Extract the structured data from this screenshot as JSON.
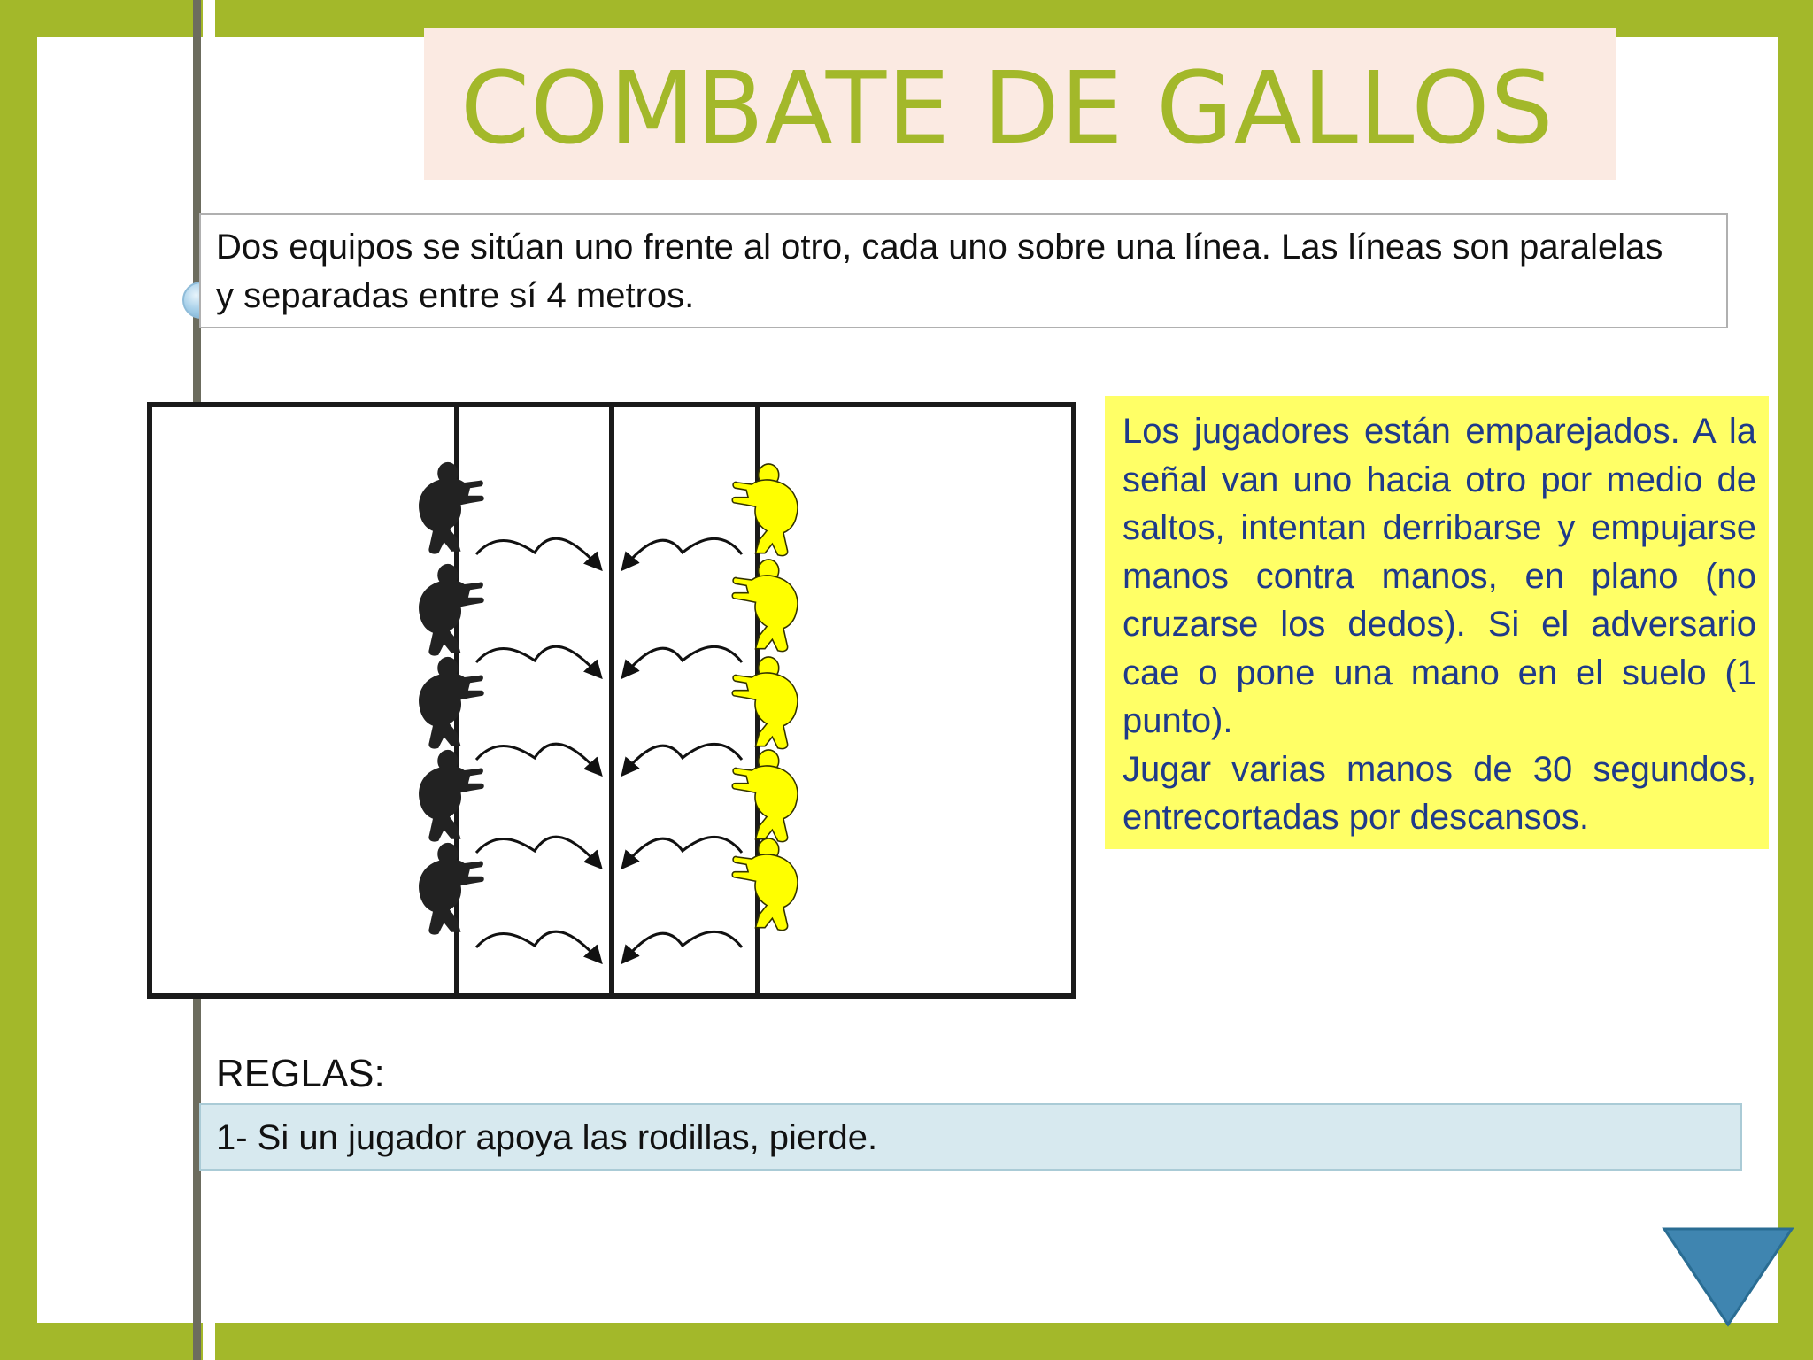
{
  "slide": {
    "title": "COMBATE DE GALLOS",
    "intro": {
      "line1": "Dos equipos se sitúan uno frente al otro, cada uno sobre una línea. Las líneas son paralelas",
      "line2": "y separadas entre sí 4 metros."
    },
    "description": {
      "paragraph1": "Los jugadores están emparejados. A la señal van uno hacia otro por medio de saltos, intentan derribarse y empujarse manos contra manos, en plano (no cruzarse los dedos). Si el adversario cae o pone una mano en el suelo (1 punto).",
      "paragraph2": "Jugar varias manos de 30 segundos, entrecortadas por descansos."
    },
    "rules": {
      "heading": "REGLAS:",
      "items": [
        "1- Si un jugador apoya las rodillas, pierde."
      ]
    }
  },
  "diagram": {
    "team_left_color": "#222222",
    "team_right_color": "#ffff00",
    "players_per_team": 5
  },
  "colors": {
    "accent": "#a3b82a",
    "title_bg": "#fbeae2",
    "description_bg": "#ffff66",
    "description_text": "#1f3a8a",
    "rule_bg": "#d7e9ef",
    "nav_arrow": "#3f85b0"
  },
  "icons": {
    "next": "triangle-down-icon"
  }
}
